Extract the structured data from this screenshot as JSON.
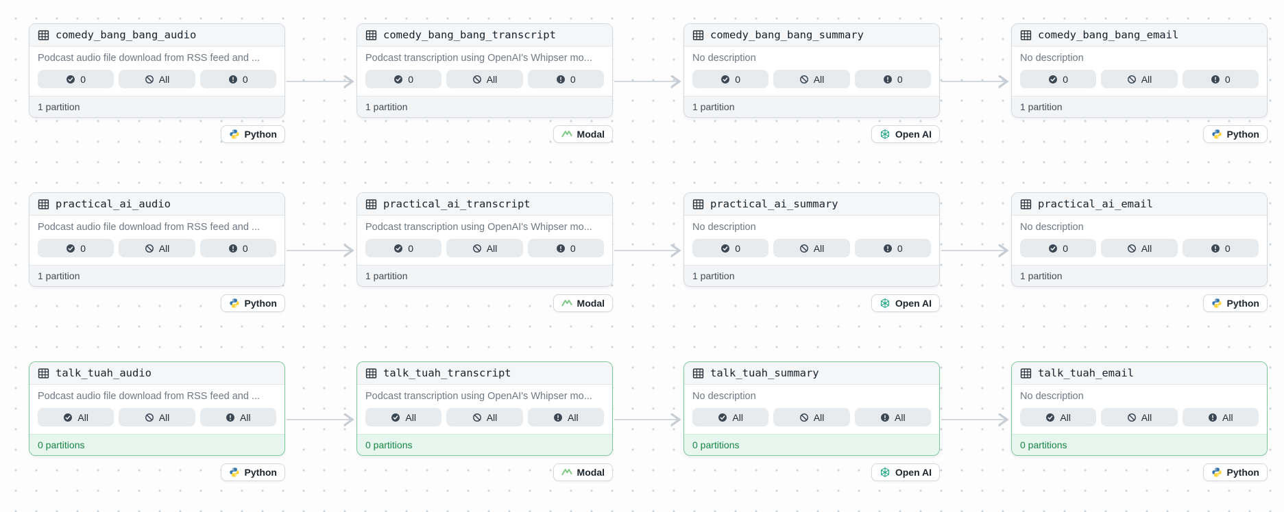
{
  "colors": {
    "success_text": "#178544",
    "success_bg": "#e7f6ee",
    "success_border": "#79c698",
    "edge": "#ccd2d8",
    "pill_bg": "#e8ebee"
  },
  "nodes": [
    {
      "id": "comedy_bang_bang_audio",
      "row": 0,
      "col": 0,
      "title": "comedy_bang_bang_audio",
      "description": "Podcast audio file download from RSS feed and ...",
      "pills": [
        {
          "icon": "check-circle",
          "label": "0"
        },
        {
          "icon": "slash-circle",
          "label": "All"
        },
        {
          "icon": "exclamation-circle",
          "label": "0"
        }
      ],
      "partitions": "1 partition",
      "partitions_state": "default",
      "kind": {
        "label": "Python",
        "icon": "python"
      }
    },
    {
      "id": "comedy_bang_bang_transcript",
      "row": 0,
      "col": 1,
      "title": "comedy_bang_bang_transcript",
      "description": "Podcast transcription using OpenAI's Whipser mo...",
      "pills": [
        {
          "icon": "check-circle",
          "label": "0"
        },
        {
          "icon": "slash-circle",
          "label": "All"
        },
        {
          "icon": "exclamation-circle",
          "label": "0"
        }
      ],
      "partitions": "1 partition",
      "partitions_state": "default",
      "kind": {
        "label": "Modal",
        "icon": "modal"
      }
    },
    {
      "id": "comedy_bang_bang_summary",
      "row": 0,
      "col": 2,
      "title": "comedy_bang_bang_summary",
      "description": "No description",
      "pills": [
        {
          "icon": "check-circle",
          "label": "0"
        },
        {
          "icon": "slash-circle",
          "label": "All"
        },
        {
          "icon": "exclamation-circle",
          "label": "0"
        }
      ],
      "partitions": "1 partition",
      "partitions_state": "default",
      "kind": {
        "label": "Open AI",
        "icon": "openai"
      }
    },
    {
      "id": "comedy_bang_bang_email",
      "row": 0,
      "col": 3,
      "title": "comedy_bang_bang_email",
      "description": "No description",
      "pills": [
        {
          "icon": "check-circle",
          "label": "0"
        },
        {
          "icon": "slash-circle",
          "label": "All"
        },
        {
          "icon": "exclamation-circle",
          "label": "0"
        }
      ],
      "partitions": "1 partition",
      "partitions_state": "default",
      "kind": {
        "label": "Python",
        "icon": "python"
      }
    },
    {
      "id": "practical_ai_audio",
      "row": 1,
      "col": 0,
      "title": "practical_ai_audio",
      "description": "Podcast audio file download from RSS feed and ...",
      "pills": [
        {
          "icon": "check-circle",
          "label": "0"
        },
        {
          "icon": "slash-circle",
          "label": "All"
        },
        {
          "icon": "exclamation-circle",
          "label": "0"
        }
      ],
      "partitions": "1 partition",
      "partitions_state": "default",
      "kind": {
        "label": "Python",
        "icon": "python"
      }
    },
    {
      "id": "practical_ai_transcript",
      "row": 1,
      "col": 1,
      "title": "practical_ai_transcript",
      "description": "Podcast transcription using OpenAI's Whipser mo...",
      "pills": [
        {
          "icon": "check-circle",
          "label": "0"
        },
        {
          "icon": "slash-circle",
          "label": "All"
        },
        {
          "icon": "exclamation-circle",
          "label": "0"
        }
      ],
      "partitions": "1 partition",
      "partitions_state": "default",
      "kind": {
        "label": "Modal",
        "icon": "modal"
      }
    },
    {
      "id": "practical_ai_summary",
      "row": 1,
      "col": 2,
      "title": "practical_ai_summary",
      "description": "No description",
      "pills": [
        {
          "icon": "check-circle",
          "label": "0"
        },
        {
          "icon": "slash-circle",
          "label": "All"
        },
        {
          "icon": "exclamation-circle",
          "label": "0"
        }
      ],
      "partitions": "1 partition",
      "partitions_state": "default",
      "kind": {
        "label": "Open AI",
        "icon": "openai"
      }
    },
    {
      "id": "practical_ai_email",
      "row": 1,
      "col": 3,
      "title": "practical_ai_email",
      "description": "No description",
      "pills": [
        {
          "icon": "check-circle",
          "label": "0"
        },
        {
          "icon": "slash-circle",
          "label": "All"
        },
        {
          "icon": "exclamation-circle",
          "label": "0"
        }
      ],
      "partitions": "1 partition",
      "partitions_state": "default",
      "kind": {
        "label": "Python",
        "icon": "python"
      }
    },
    {
      "id": "talk_tuah_audio",
      "row": 2,
      "col": 0,
      "title": "talk_tuah_audio",
      "description": "Podcast audio file download from RSS feed and ...",
      "pills": [
        {
          "icon": "check-circle",
          "label": "All"
        },
        {
          "icon": "slash-circle",
          "label": "All"
        },
        {
          "icon": "exclamation-circle",
          "label": "All"
        }
      ],
      "partitions": "0 partitions",
      "partitions_state": "success",
      "kind": {
        "label": "Python",
        "icon": "python"
      }
    },
    {
      "id": "talk_tuah_transcript",
      "row": 2,
      "col": 1,
      "title": "talk_tuah_transcript",
      "description": "Podcast transcription using OpenAI's Whipser mo...",
      "pills": [
        {
          "icon": "check-circle",
          "label": "All"
        },
        {
          "icon": "slash-circle",
          "label": "All"
        },
        {
          "icon": "exclamation-circle",
          "label": "All"
        }
      ],
      "partitions": "0 partitions",
      "partitions_state": "success",
      "kind": {
        "label": "Modal",
        "icon": "modal"
      }
    },
    {
      "id": "talk_tuah_summary",
      "row": 2,
      "col": 2,
      "title": "talk_tuah_summary",
      "description": "No description",
      "pills": [
        {
          "icon": "check-circle",
          "label": "All"
        },
        {
          "icon": "slash-circle",
          "label": "All"
        },
        {
          "icon": "exclamation-circle",
          "label": "All"
        }
      ],
      "partitions": "0 partitions",
      "partitions_state": "success",
      "kind": {
        "label": "Open AI",
        "icon": "openai"
      }
    },
    {
      "id": "talk_tuah_email",
      "row": 2,
      "col": 3,
      "title": "talk_tuah_email",
      "description": "No description",
      "pills": [
        {
          "icon": "check-circle",
          "label": "All"
        },
        {
          "icon": "slash-circle",
          "label": "All"
        },
        {
          "icon": "exclamation-circle",
          "label": "All"
        }
      ],
      "partitions": "0 partitions",
      "partitions_state": "success",
      "kind": {
        "label": "Python",
        "icon": "python"
      }
    }
  ],
  "edges": [
    {
      "from": "comedy_bang_bang_audio",
      "to": "comedy_bang_bang_transcript"
    },
    {
      "from": "comedy_bang_bang_transcript",
      "to": "comedy_bang_bang_summary"
    },
    {
      "from": "comedy_bang_bang_summary",
      "to": "comedy_bang_bang_email"
    },
    {
      "from": "practical_ai_audio",
      "to": "practical_ai_transcript"
    },
    {
      "from": "practical_ai_transcript",
      "to": "practical_ai_summary"
    },
    {
      "from": "practical_ai_summary",
      "to": "practical_ai_email"
    },
    {
      "from": "talk_tuah_audio",
      "to": "talk_tuah_transcript"
    },
    {
      "from": "talk_tuah_transcript",
      "to": "talk_tuah_summary"
    },
    {
      "from": "talk_tuah_summary",
      "to": "talk_tuah_email"
    }
  ]
}
